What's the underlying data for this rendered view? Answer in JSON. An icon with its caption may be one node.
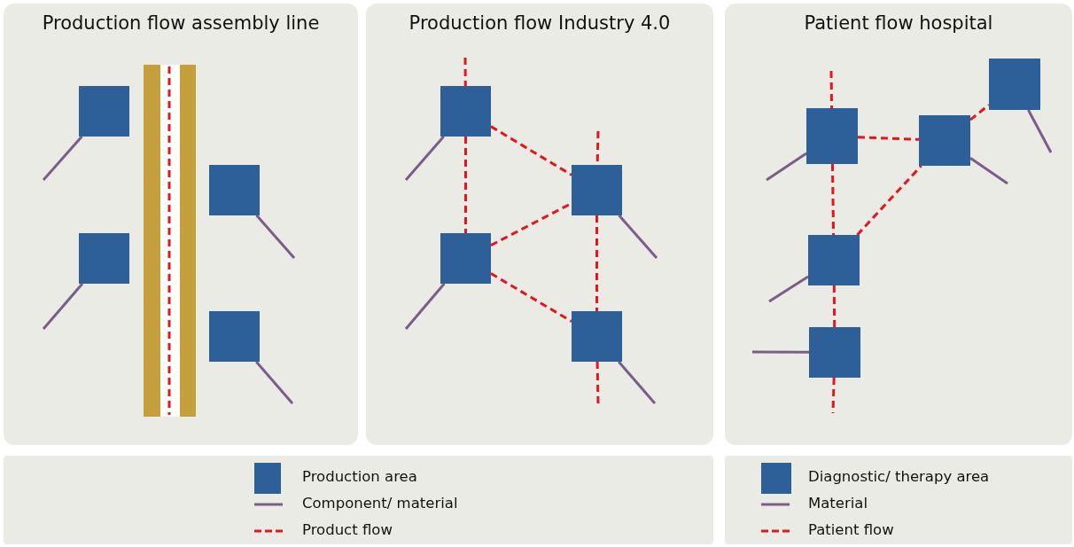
{
  "diagram": {
    "nodes": [
      {
        "text": [
          "Production flow assembly line"
        ]
      },
      {
        "text": [],
        "shape": "box",
        "in": 0
      },
      {
        "text": [],
        "shape": "box",
        "in": 0
      },
      {
        "text": [],
        "shape": "box",
        "in": 0
      },
      {
        "text": [],
        "shape": "box",
        "in": 0
      },
      {
        "text": [
          "Production flow Industry 4.0"
        ]
      },
      {
        "text": [],
        "shape": "box",
        "in": 5
      },
      {
        "text": [],
        "shape": "box",
        "in": 5
      },
      {
        "text": [],
        "shape": "box",
        "in": 5
      },
      {
        "text": [],
        "shape": "box",
        "in": 5
      },
      {
        "text": [
          "Patient flow hospital"
        ]
      },
      {
        "text": [],
        "shape": "box",
        "in": 10
      },
      {
        "text": [],
        "shape": "box",
        "in": 10
      },
      {
        "text": [],
        "shape": "box",
        "in": 10
      },
      {
        "text": [],
        "shape": "box",
        "in": 10
      },
      {
        "text": [],
        "shape": "box",
        "in": 10
      }
    ],
    "edges": [
      {
        "from": 1,
        "to": null,
        "arrow": "none",
        "color": "#7b5e88"
      },
      {
        "from": 2,
        "to": null,
        "arrow": "none",
        "color": "#7b5e88"
      },
      {
        "from": 3,
        "to": null,
        "arrow": "none",
        "color": "#7b5e88"
      },
      {
        "from": 4,
        "to": null,
        "arrow": "none",
        "color": "#7b5e88"
      },
      {
        "from": null,
        "to": 6,
        "arrow": "none",
        "style": "dashed"
      },
      {
        "from": 6,
        "to": 8,
        "arrow": "none",
        "style": "dashed"
      },
      {
        "from": 6,
        "to": 7,
        "arrow": "none",
        "style": "dashed"
      },
      {
        "from": null,
        "to": 7,
        "arrow": "none",
        "style": "dashed"
      },
      {
        "from": 8,
        "to": 7,
        "arrow": "none",
        "style": "dashed"
      },
      {
        "from": 7,
        "to": 9,
        "arrow": "none",
        "style": "dashed"
      },
      {
        "from": 8,
        "to": 9,
        "arrow": "none",
        "style": "dashed"
      },
      {
        "from": 9,
        "to": null,
        "arrow": "none",
        "style": "dashed"
      },
      {
        "from": 6,
        "to": null,
        "arrow": "none",
        "color": "#7b5e88"
      },
      {
        "from": 7,
        "to": null,
        "arrow": "none",
        "color": "#7b5e88"
      },
      {
        "from": 8,
        "to": null,
        "arrow": "none",
        "color": "#7b5e88"
      },
      {
        "from": 9,
        "to": null,
        "arrow": "none",
        "color": "#7b5e88"
      },
      {
        "from": null,
        "to": 12,
        "arrow": "none",
        "style": "dashed"
      },
      {
        "from": 12,
        "to": 13,
        "arrow": "none",
        "style": "dashed"
      },
      {
        "from": 13,
        "to": 11,
        "arrow": "none",
        "style": "dashed"
      },
      {
        "from": 12,
        "to": 14,
        "arrow": "none",
        "style": "dashed"
      },
      {
        "from": 14,
        "to": 13,
        "arrow": "none",
        "style": "dashed"
      },
      {
        "from": 14,
        "to": 15,
        "arrow": "none",
        "style": "dashed"
      },
      {
        "from": 15,
        "to": null,
        "arrow": "none",
        "style": "dashed"
      },
      {
        "from": 11,
        "to": null,
        "arrow": "none",
        "color": "#7b5e88"
      },
      {
        "from": 12,
        "to": null,
        "arrow": "none",
        "color": "#7b5e88"
      },
      {
        "from": 13,
        "to": null,
        "arrow": "none",
        "color": "#7b5e88"
      },
      {
        "from": 14,
        "to": null,
        "arrow": "none",
        "color": "#7b5e88"
      },
      {
        "from": 15,
        "to": null,
        "arrow": "none",
        "color": "#7b5e88"
      }
    ],
    "legend": [
      {
        "text": "Production area",
        "color": "#2d5f99"
      },
      {
        "text": "Component/ material"
      },
      {
        "text": "Product flow"
      },
      {
        "text": "Diagnostic/ therapy area",
        "color": "#2d5f99"
      },
      {
        "text": "Material"
      },
      {
        "text": "Patient flow"
      }
    ]
  }
}
